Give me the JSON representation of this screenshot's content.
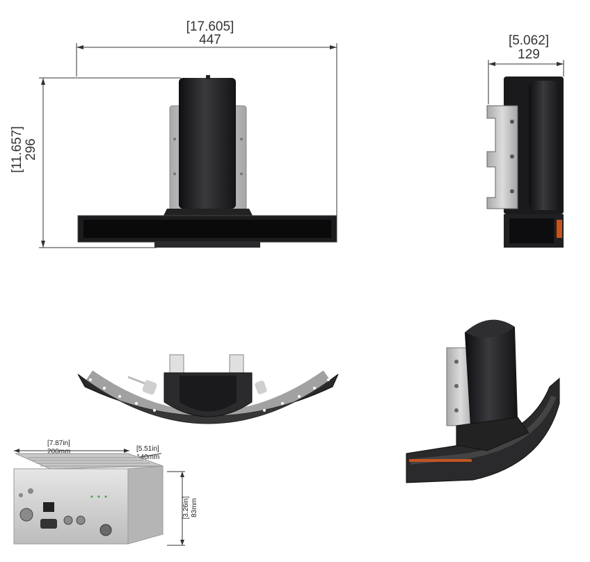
{
  "front_view": {
    "width_in": "[17.605]",
    "width_mm": "447",
    "height_in": "[11.657]",
    "height_mm": "296"
  },
  "side_view": {
    "depth_in": "[5.062]",
    "depth_mm": "129"
  },
  "controller": {
    "length_in": "[7.87in]",
    "length_mm": "200mm",
    "width_in": "[5.51in]",
    "width_mm": "140mm",
    "height_in": "[3.26in]",
    "height_mm": "83mm"
  },
  "colors": {
    "body_dark": "#1c1c1e",
    "body_mid": "#2e2e31",
    "plate_grey": "#c9c9c9",
    "ring_dark": "#2a2a2c",
    "housing_light": "#d9d9d9",
    "orange_accent": "#c4551f"
  }
}
